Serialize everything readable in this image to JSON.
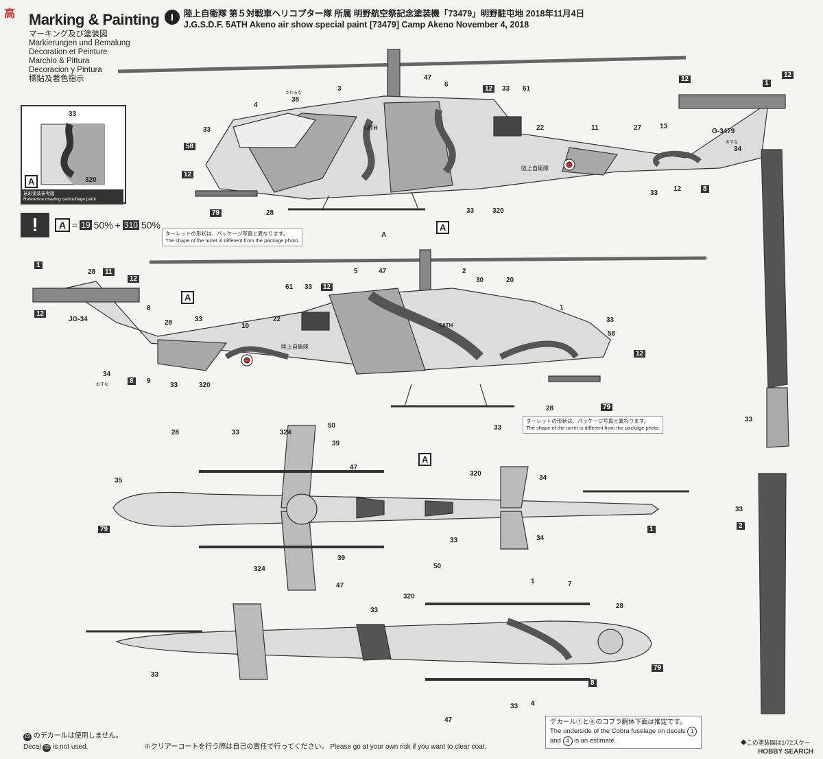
{
  "header": {
    "title": "Marking & Painting",
    "languages": [
      "マーキング及び塗装図",
      "Markierungen und Bemalung",
      "Decoration et Peinture",
      "Marchio & Pittura",
      "Decoracion y Pintura",
      "標貼及著色指示"
    ],
    "scheme_badge": "I",
    "scheme_line1": "陸上自衛隊 第５対戦車ヘリコプター隊 所属 明野航空祭記念塗装機「73479」明野駐屯地 2018年11月4日",
    "scheme_line2": "J.G.S.D.F. 5ATH Akeno air show special paint [73479] Camp Akeno November 4, 2018"
  },
  "reference": {
    "top_label": "33",
    "right_label": "320",
    "left_label": "A",
    "caption_jp": "迷彩塗装参考図",
    "caption_en": "Reference drawing camouflage paint"
  },
  "mix": {
    "warn_glyph": "!",
    "box": "A",
    "eq": "=",
    "c1": "19",
    "p1": "50%",
    "plus": "+",
    "c2": "310",
    "p2": "50%"
  },
  "notes": {
    "turret_jp": "ターレットの形状は、パッケージ写真と異なります。",
    "turret_en": "The shape of the turret is different from the package photo."
  },
  "view_texts": {
    "serial_left": "G-3479",
    "serial_right": "JG-34",
    "jgsdf_kanji": "陸上自衛隊",
    "tail_note": "おすな",
    "upper_note": "さわるな",
    "unit": "5ATH"
  },
  "callouts_side1": [
    "4",
    "38",
    "3",
    "47",
    "6",
    "12",
    "33",
    "61",
    "22",
    "11",
    "27",
    "13",
    "1",
    "12",
    "12",
    "34",
    "33",
    "58",
    "12",
    "A",
    "79",
    "28",
    "33",
    "320",
    "A",
    "33",
    "12",
    "8"
  ],
  "callouts_side2": [
    "1",
    "28",
    "11",
    "12",
    "12",
    "A",
    "47",
    "5",
    "2",
    "30",
    "20",
    "61",
    "33",
    "12",
    "8",
    "28",
    "33",
    "10",
    "22",
    "1",
    "33",
    "58",
    "12",
    "34",
    "8",
    "9",
    "33",
    "320",
    "28",
    "79",
    "33"
  ],
  "callouts_top": [
    "28",
    "33",
    "324",
    "50",
    "39",
    "47",
    "A",
    "320",
    "34",
    "35",
    "79",
    "33",
    "34",
    "1",
    "324",
    "39",
    "47"
  ],
  "callouts_bottom": [
    "50",
    "1",
    "7",
    "320",
    "33",
    "28",
    "33",
    "79",
    "8",
    "33",
    "4",
    "47"
  ],
  "callouts_rotor": [
    "33",
    "33",
    "2"
  ],
  "footer": {
    "decal29_jp": "のデカールは使用しません。",
    "decal29_num": "29",
    "decal29_en_a": "Decal",
    "decal29_en_b": "is not used.",
    "clear_coat": "※クリアーコートを行う際は自己の責任で行ってください。 Please go at your own risk if you want to clear coat.",
    "estimate_jp": "デカール①と④のコブラ胴体下面は推定です。",
    "estimate_en1": "The underside of the Cobra fuselage on decals",
    "estimate_en2": "and",
    "estimate_en3": "is an estimate.",
    "n1": "1",
    "n4": "4",
    "scale_note": "◆この塗装図は1/72スケー",
    "watermark": "HOBBY SEARCH",
    "corner_mark": "高"
  },
  "colors": {
    "camo_light": "#dcdcdc",
    "camo_mid": "#a9a9a9",
    "camo_dark": "#555555",
    "line": "#333333"
  }
}
